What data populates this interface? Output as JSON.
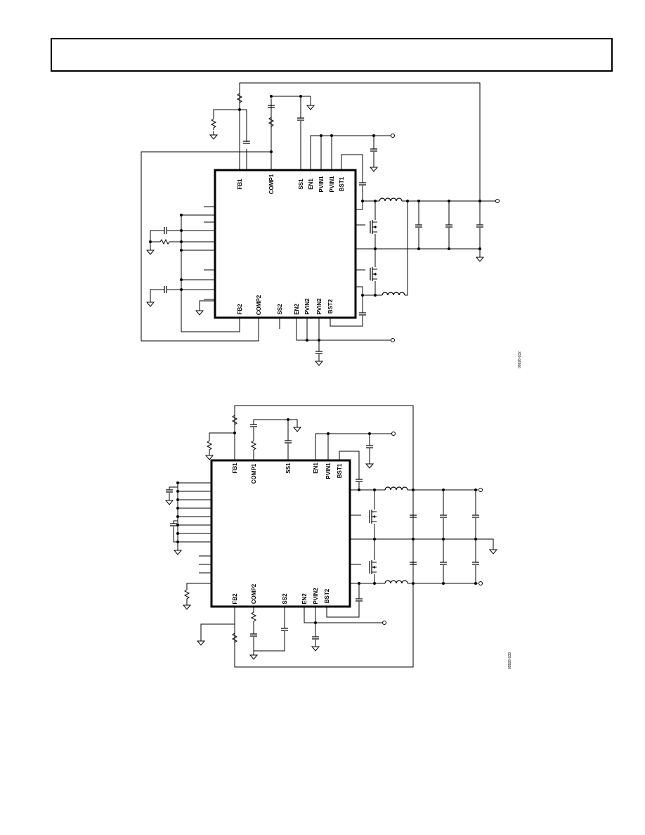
{
  "diagram1": {
    "pins": [
      "FB1",
      "COMP1",
      "SS1",
      "EN1",
      "PVIN1",
      "PVIN1",
      "BST1",
      "FB2",
      "COMP2",
      "SS2",
      "EN2",
      "PVIN2",
      "PVIN2",
      "BST2"
    ],
    "figure_code": "09926-032"
  },
  "diagram2": {
    "pins": [
      "FB1",
      "COMP1",
      "SS1",
      "EN1",
      "PVIN1",
      "BST1",
      "FB2",
      "COMP2",
      "SS2",
      "EN2",
      "PVIN2",
      "BST2"
    ],
    "figure_code": "09926-033"
  }
}
